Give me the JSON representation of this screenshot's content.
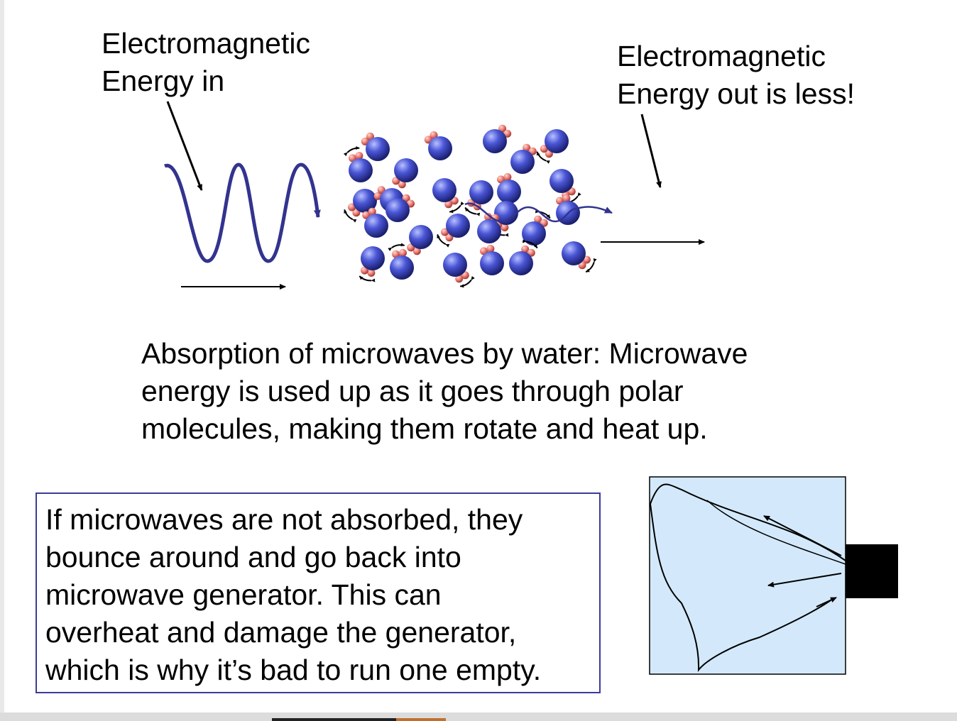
{
  "labels": {
    "energy_in_line1": "Electromagnetic",
    "energy_in_line2": "Energy in",
    "energy_out_line1": "Electromagnetic",
    "energy_out_line2": "Energy out is less!"
  },
  "caption": {
    "line1": "Absorption of microwaves by water: Microwave",
    "line2": "energy is used up as it goes through polar",
    "line3": "molecules, making them rotate and heat up."
  },
  "note": {
    "line1": "If microwaves are not absorbed, they",
    "line2": "bounce around and go back into",
    "line3": "microwave generator. This can",
    "line4": "overheat and damage the generator,",
    "line5": "which is why it’s bad to run one empty."
  },
  "colors": {
    "wave": "#33338f",
    "oxygen_atom": "#4450d0",
    "hydrogen_atom": "#e8706a",
    "oven_cavity": "#d3e9fb",
    "generator": "#000000"
  }
}
